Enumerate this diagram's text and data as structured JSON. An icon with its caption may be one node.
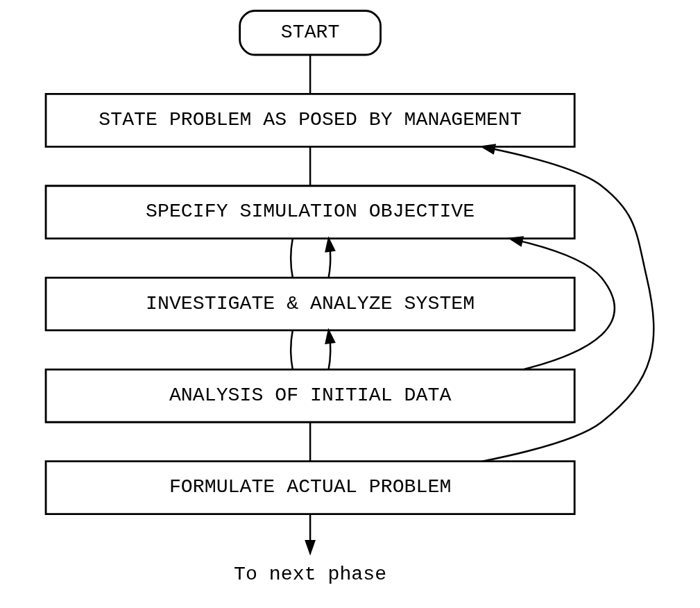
{
  "diagram": {
    "nodes": [
      {
        "text": [
          "START"
        ]
      },
      {
        "text": [
          "STATE PROBLEM AS POSED BY MANAGEMENT"
        ]
      },
      {
        "text": [
          "SPECIFY SIMULATION OBJECTIVE"
        ]
      },
      {
        "text": [
          "INVESTIGATE & ANALYZE SYSTEM"
        ]
      },
      {
        "text": [
          "ANALYSIS OF INITIAL DATA"
        ]
      },
      {
        "text": [
          "FORMULATE ACTUAL PROBLEM"
        ]
      },
      {
        "text": [
          "To next phase"
        ]
      }
    ],
    "edges": [
      {
        "from": 0,
        "to": 1,
        "arrow": "none"
      },
      {
        "from": 1,
        "to": 2,
        "arrow": "none"
      },
      {
        "from": 2,
        "to": 3,
        "arrow": "none"
      },
      {
        "from": 3,
        "to": 4,
        "arrow": "none"
      },
      {
        "from": 4,
        "to": 5,
        "arrow": "none"
      },
      {
        "from": 5,
        "to": 6,
        "arrow": "to"
      },
      {
        "from": 3,
        "to": 2,
        "arrow": "to"
      },
      {
        "from": 4,
        "to": 2,
        "arrow": "to"
      },
      {
        "from": 4,
        "to": 3,
        "arrow": "to"
      },
      {
        "from": 5,
        "to": 1,
        "arrow": "to"
      }
    ]
  }
}
